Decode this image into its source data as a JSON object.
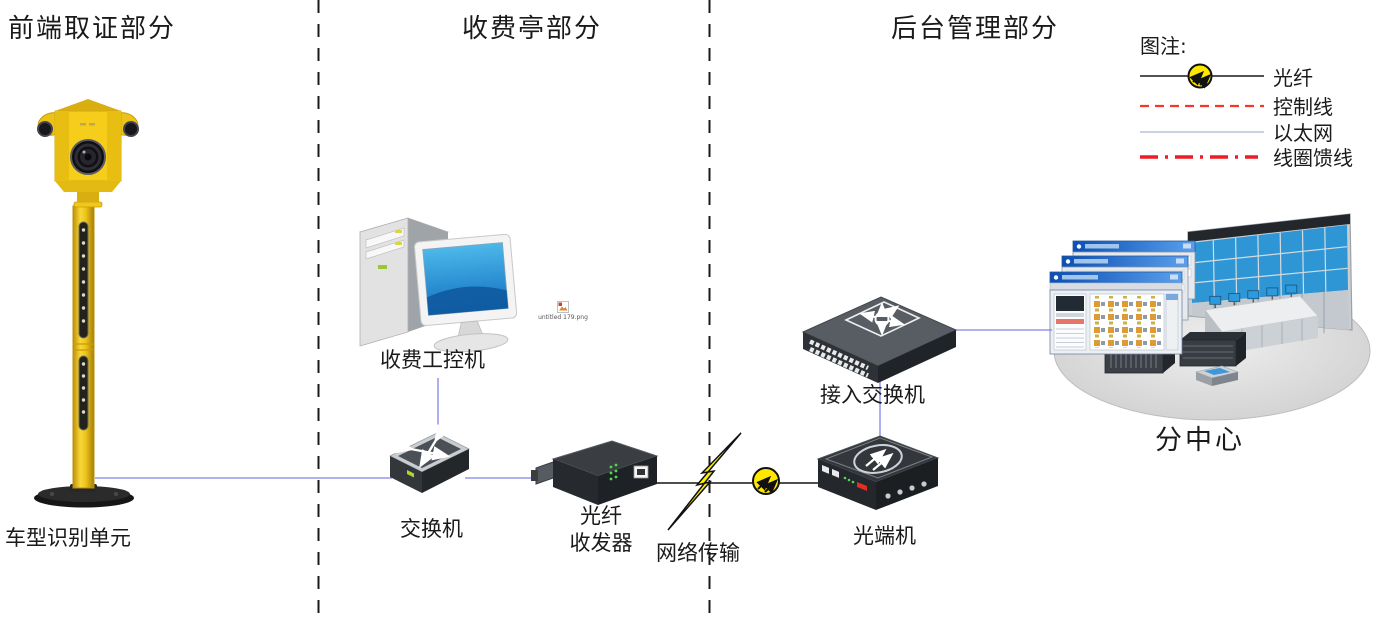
{
  "sections": {
    "front": {
      "title": "前端取证部分"
    },
    "booth": {
      "title": "收费亭部分"
    },
    "backend": {
      "title": "后台管理部分"
    }
  },
  "devices": {
    "camera_unit": {
      "label": "车型识别单元"
    },
    "toll_pc": {
      "label": "收费工控机"
    },
    "booth_switch": {
      "label": "交换机"
    },
    "fiber_transceiver": {
      "label_line1": "光纤",
      "label_line2": "收发器"
    },
    "network_transmission": {
      "label": "网络传输"
    },
    "optical_terminal": {
      "label": "光端机"
    },
    "access_switch": {
      "label": "接入交换机"
    },
    "sub_center": {
      "label": "分中心"
    }
  },
  "legend": {
    "title": "图注:",
    "items": [
      {
        "type": "fiber",
        "label": "光纤",
        "line_color": "#1a1a1a"
      },
      {
        "type": "control",
        "label": "控制线",
        "line_color": "#f8342c"
      },
      {
        "type": "ethernet",
        "label": "以太网",
        "line_color": "#b9c2da"
      },
      {
        "type": "coil-feeder",
        "label": "线圈馈线",
        "line_color": "#ed1c24"
      }
    ]
  },
  "artifacts": {
    "broken_image_caption": "untitled 179.png"
  },
  "colors": {
    "ethernet_line": "#8282e8",
    "fiber_line": "#1a1a1a",
    "divider": "#1a1a1a",
    "device_yellow": "#f2c71d",
    "fiber_node_yellow": "#ffe800",
    "control_red": "#f8342c",
    "coil_red": "#ed1c24"
  }
}
